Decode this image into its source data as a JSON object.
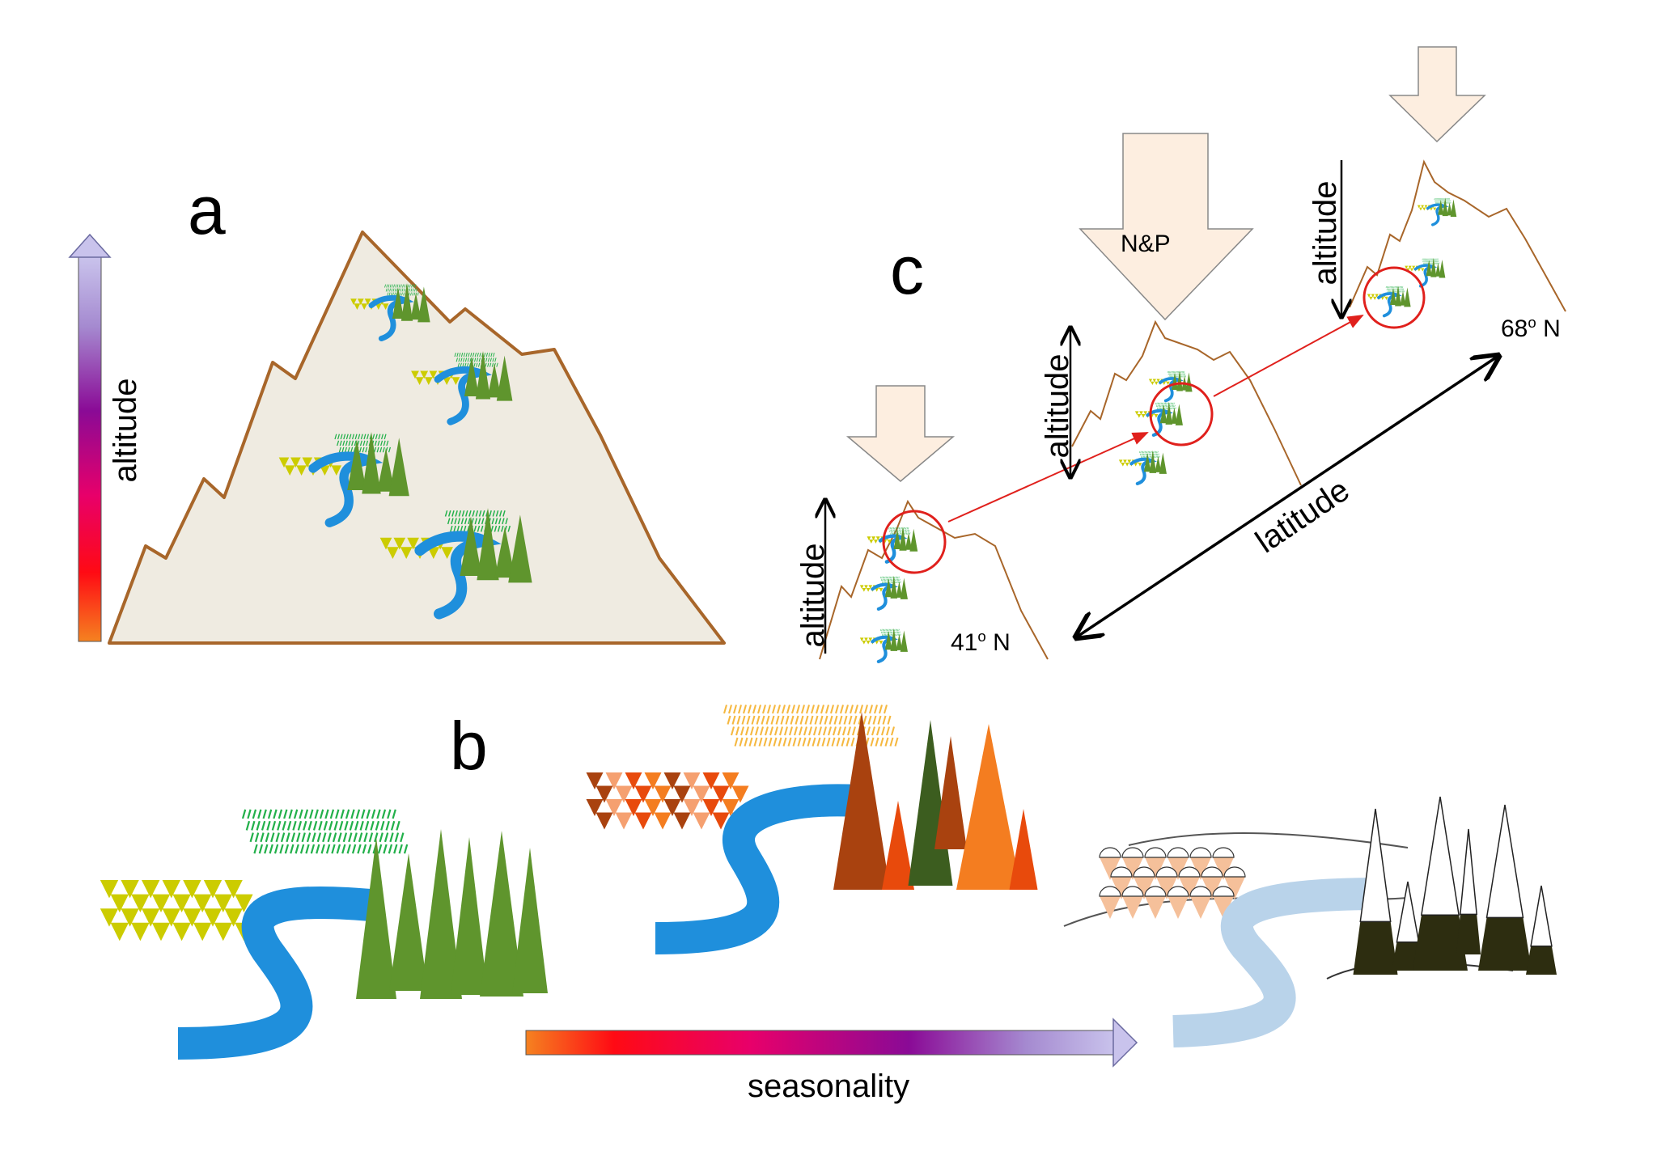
{
  "panels": {
    "a": {
      "letter": "a",
      "axis_label": "altitude"
    },
    "b": {
      "letter": "b",
      "gradient_label": "seasonality"
    },
    "c": {
      "letter": "c",
      "input_label": "N&P",
      "altitude_label": "altitude",
      "latitude_label": "latitude",
      "south_lat_value": "41",
      "north_lat_value": "68",
      "degree_mark": "o",
      "north_suffix": "N"
    }
  },
  "colors": {
    "mountain_fill": "#efebe1",
    "mountain_edge": "#a8662a",
    "river": "#1f8fdc",
    "river_winter": "#b9d3ea",
    "tree_summer": "#5f952d",
    "grass": "#22b04a",
    "shrub_summer": "#cccc00",
    "arrow_fill": "#fdeee0",
    "highlight_circle": "#e0201c",
    "gradient_stops": [
      "#f58220",
      "#ff0000",
      "#e8006a",
      "#8a0a96",
      "#a58ad0",
      "#c9c3ec"
    ],
    "autumn": [
      "#a9420f",
      "#e84a0c",
      "#f47d20",
      "#3c5d1f",
      "#f5a070"
    ],
    "winter_tree": "#2d2d10"
  },
  "icons": [
    "down-arrow-icon",
    "up-arrow-icon",
    "double-arrow-icon",
    "tree-icon",
    "river-icon",
    "grass-icon",
    "shrub-icon",
    "mountain-icon"
  ]
}
